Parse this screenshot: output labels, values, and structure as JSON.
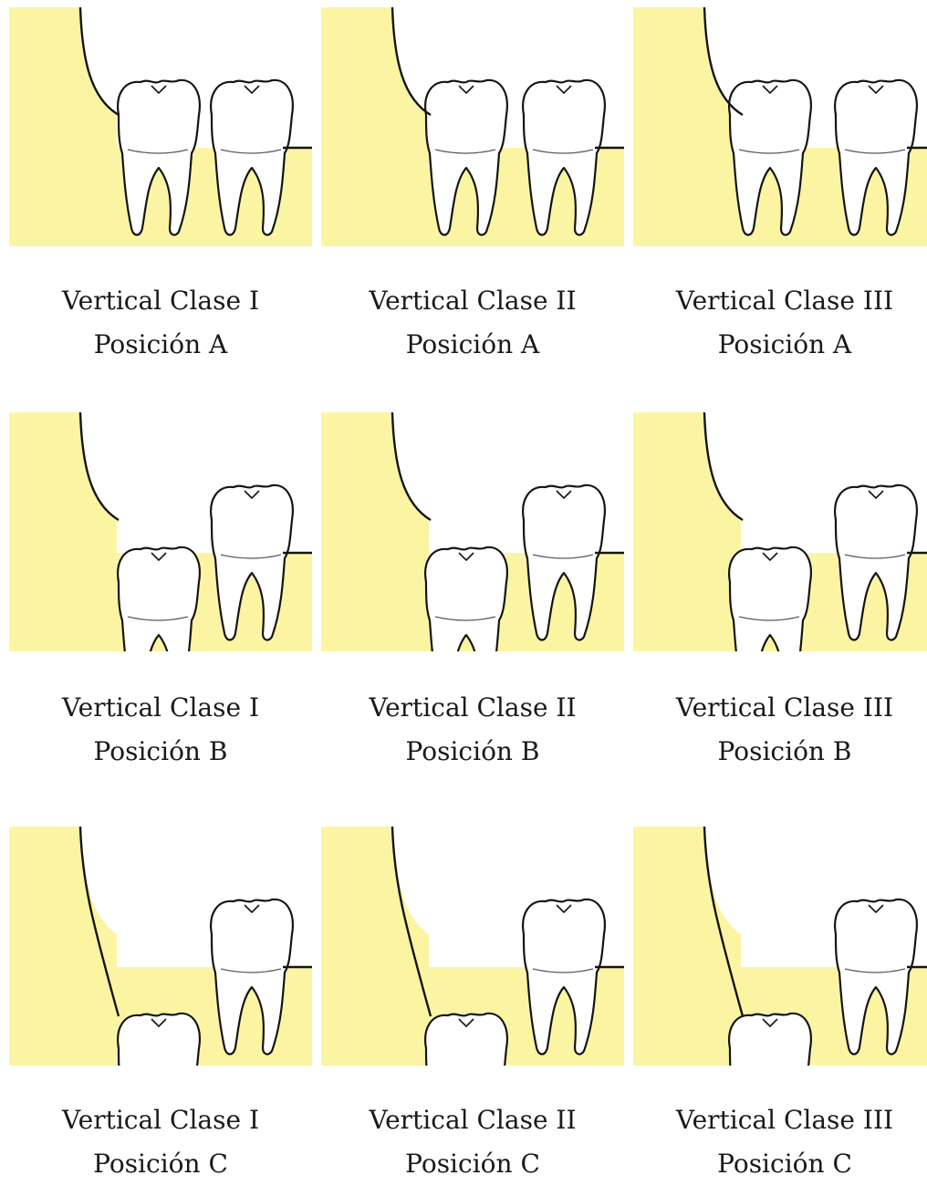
{
  "colors": {
    "bone": "#fbf5a3",
    "tooth": "#ffffff",
    "outline": "#141414"
  },
  "panels": [
    {
      "class": "Vertical Clase I",
      "position": "Posición A"
    },
    {
      "class": "Vertical Clase II",
      "position": "Posición A"
    },
    {
      "class": "Vertical Clase III",
      "position": "Posición A"
    },
    {
      "class": "Vertical Clase I",
      "position": "Posición B"
    },
    {
      "class": "Vertical Clase II",
      "position": "Posición B"
    },
    {
      "class": "Vertical Clase III",
      "position": "Posición B"
    },
    {
      "class": "Vertical Clase I",
      "position": "Posición C"
    },
    {
      "class": "Vertical Clase II",
      "position": "Posición C"
    },
    {
      "class": "Vertical Clase III",
      "position": "Posición C"
    }
  ]
}
